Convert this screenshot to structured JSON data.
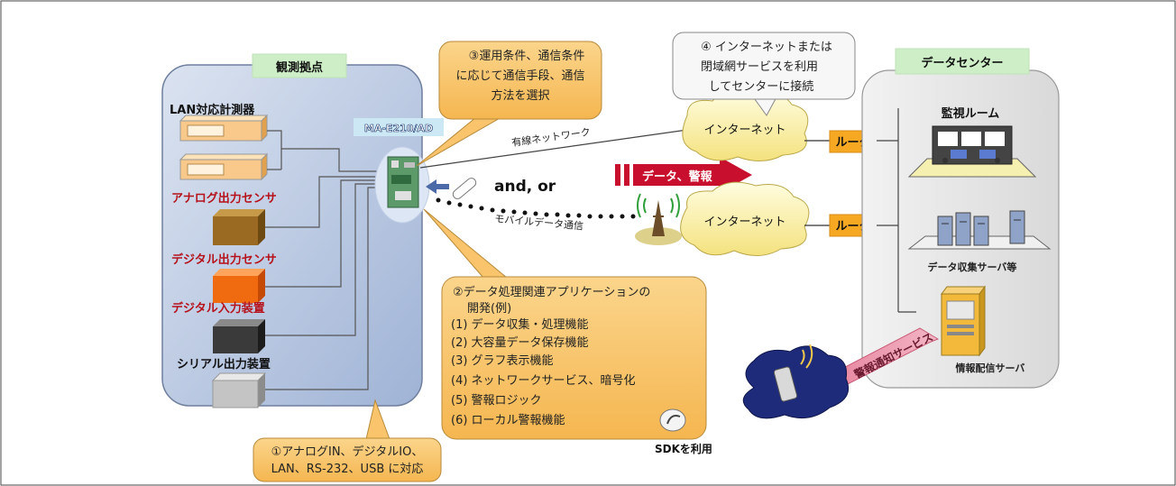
{
  "observation_site": {
    "title": "観測拠点",
    "lan_device_label": "LAN対応計測器",
    "analog_sensor_label": "アナログ出力センサ",
    "digital_sensor_label": "デジタル出力センサ",
    "digital_input_label": "デジタル入力装置",
    "serial_output_label": "シリアル出力装置"
  },
  "device": {
    "name": "MA-E210/AD"
  },
  "connections": {
    "wired_label": "有線ネットワーク",
    "mobile_label": "モバイルデータ通信",
    "and_or_label": "and, or",
    "data_alarm_label": "データ、警報"
  },
  "internet": {
    "cloud1_label": "インターネット",
    "cloud2_label": "インターネット"
  },
  "router": {
    "router1_label": "ルータ",
    "router2_label": "ルータ"
  },
  "data_center": {
    "title": "データセンター",
    "monitoring_room_label": "監視ルーム",
    "data_server_label": "データ収集サーバ等",
    "info_server_label": "情報配信サーバ"
  },
  "notification": {
    "arrow_label": "警報通知サービス"
  },
  "callouts": {
    "callout1_lines": [
      "①アナログIN、デジタルIO、",
      "LAN、RS-232、USB に対応"
    ],
    "callout2_lines": [
      "②データ処理関連アプリケーションの",
      "開発(例)",
      "(1) データ収集・処理機能",
      "(2) 大容量データ保存機能",
      "(3) グラフ表示機能",
      "(4) ネットワークサービス、暗号化",
      "(5) 警報ロジック",
      "(6) ローカル警報機能"
    ],
    "callout3_lines": [
      "③運用条件、通信条件",
      "に応じて通信手段、通信",
      "方法を選択"
    ],
    "callout4_lines": [
      "④ インターネットまたは",
      "閉域網サービスを利用",
      "してセンターに接続"
    ]
  },
  "sdk": {
    "label": "SDKを利用"
  },
  "colors": {
    "site_fill": "#b3c4e0",
    "callout_fill": "#f9c46b",
    "router_fill": "#f7a823",
    "datacenter_fill": "#e6e6e6",
    "label_fill": "#cdeec6",
    "arrow_red": "#c8102e"
  }
}
